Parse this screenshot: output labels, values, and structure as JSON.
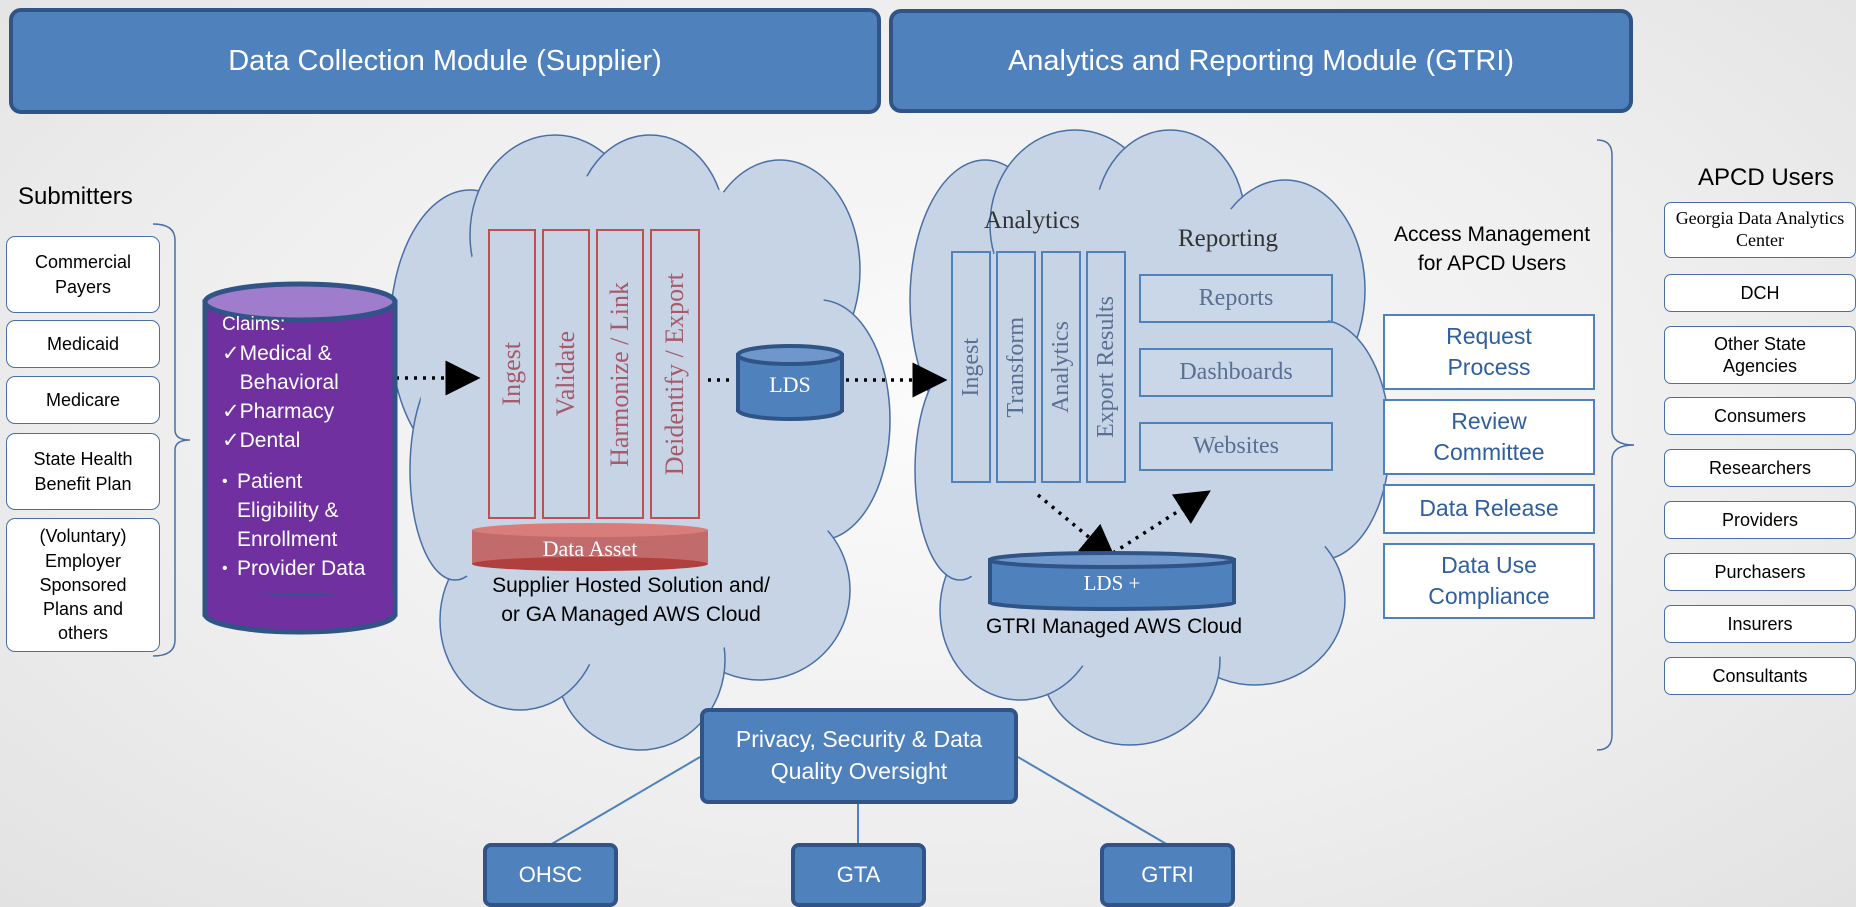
{
  "modules": {
    "data_collection": "Data Collection Module (Supplier)",
    "analytics_reporting": "Analytics and Reporting Module (GTRI)"
  },
  "submitters": {
    "heading": "Submitters",
    "items": [
      "Commercial Payers",
      "Medicaid",
      "Medicare",
      "State Health Benefit Plan",
      "(Voluntary) Employer Sponsored Plans and others"
    ]
  },
  "claims": {
    "title": "Claims:",
    "checked": [
      "Medical & Behavioral",
      "Pharmacy",
      "Dental"
    ],
    "bullets": [
      "Patient Eligibility & Enrollment",
      "Provider Data"
    ]
  },
  "supplier_cloud": {
    "steps": [
      "Ingest",
      "Validate",
      "Harmonize / Link",
      "Deidentify / Export"
    ],
    "data_asset": "Data Asset",
    "caption": "Supplier  Hosted Solution and/ or  GA Managed AWS Cloud"
  },
  "lds": "LDS",
  "gtri_cloud": {
    "analytics_heading": "Analytics",
    "analytics_steps": [
      "Ingest",
      "Transform",
      "Analytics",
      "Export Results"
    ],
    "reporting_heading": "Reporting",
    "reporting_items": [
      "Reports",
      "Dashboards",
      "Websites"
    ],
    "lds_plus": "LDS +",
    "caption": "GTRI Managed AWS Cloud"
  },
  "access": {
    "heading": "Access Management for APCD Users",
    "items": [
      "Request Process",
      "Review Committee",
      "Data Release",
      "Data Use Compliance"
    ]
  },
  "apcd_users": {
    "heading": "APCD Users",
    "items": [
      "Georgia Data Analytics Center",
      "DCH",
      "Other State Agencies",
      "Consumers",
      "Researchers",
      "Providers",
      "Purchasers",
      "Insurers",
      "Consultants"
    ]
  },
  "oversight": {
    "title": "Privacy, Security & Data Quality Oversight",
    "members": [
      "OHSC",
      "GTA",
      "GTRI"
    ]
  },
  "colors": {
    "primary_blue": "#4f81bd",
    "dark_blue": "#2f5485",
    "cloud_fill": "#c6d4e6",
    "claims_purple": "#7030a0",
    "data_asset_red": "#c0504d"
  }
}
